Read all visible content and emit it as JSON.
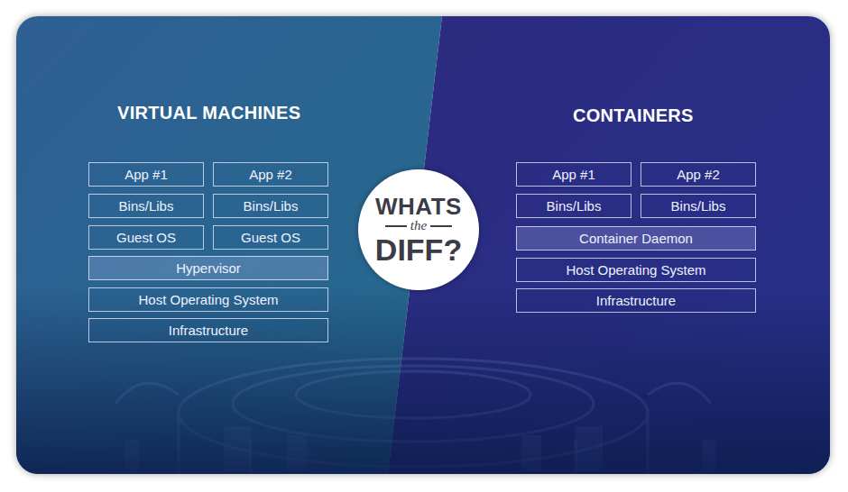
{
  "diagram": {
    "nodes": [
      {
        "text": [
          "App #1"
        ]
      },
      {
        "text": [
          "App #2"
        ]
      },
      {
        "text": [
          "Bins/Libs"
        ]
      },
      {
        "text": [
          "Bins/Libs"
        ]
      },
      {
        "text": [
          "Guest OS"
        ]
      },
      {
        "text": [
          "Guest OS"
        ]
      },
      {
        "text": [
          "Hypervisor"
        ]
      },
      {
        "text": [
          "Host Operating System"
        ]
      },
      {
        "text": [
          "Infrastructure"
        ]
      },
      {
        "text": [
          "WHATS the DIFF?"
        ]
      },
      {
        "text": [
          "App #1"
        ]
      },
      {
        "text": [
          "App #2"
        ]
      },
      {
        "text": [
          "Bins/Libs"
        ]
      },
      {
        "text": [
          "Bins/Libs"
        ]
      },
      {
        "text": [
          "Container Daemon"
        ]
      },
      {
        "text": [
          "Host Operating System"
        ]
      },
      {
        "text": [
          "Infrastructure"
        ]
      }
    ],
    "labels": [
      "VIRTUAL MACHINES",
      "CONTAINERS"
    ]
  }
}
